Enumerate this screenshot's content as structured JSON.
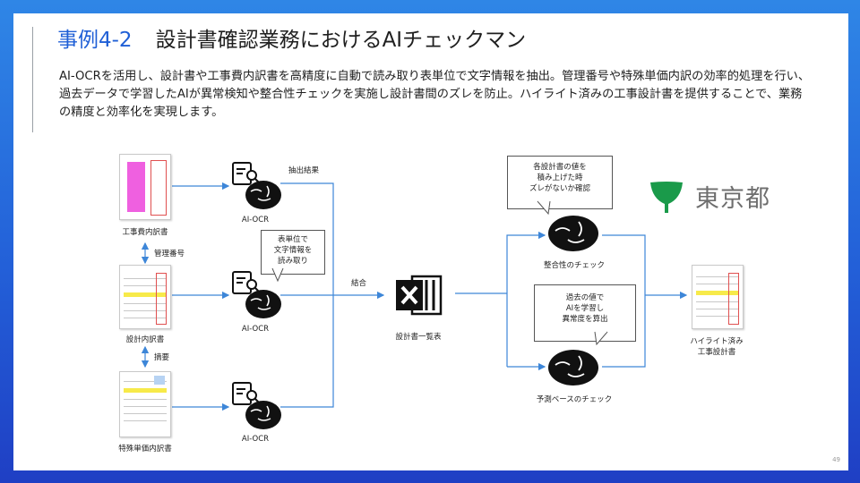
{
  "slide": {
    "title_num": "事例4-2",
    "title": "設計書確認業務におけるAIチェックマン",
    "body": "AI-OCRを活用し、設計書や工事費内訳書を高精度に自動で読み取り表単位で文字情報を抽出。管理番号や特殊単価内訳の効率的処理を行い、過去データで学習したAIが異常検知や整合性チェックを実施し設計書間のズレを防止。ハイライト済みの工事設計書を提供することで、業務の精度と効率化を実現します。",
    "page_number": "49"
  },
  "diagram": {
    "docs": [
      "工事費内訳書",
      "設計内訳書",
      "特殊単価内訳書"
    ],
    "links": [
      "管理番号",
      "摘要"
    ],
    "ocr_label": "AI-OCR",
    "extract_label": "抽出結果",
    "ocr_bubble": "表単位で\n文字情報を\n読み取り",
    "merge_label": "結合",
    "excel_label": "設計書一覧表",
    "consistency_label": "整合性のチェック",
    "consistency_bubble": "各設計書の値を\n積み上げた時\nズレがないか確認",
    "prediction_label": "予測ベースのチェック",
    "prediction_bubble": "過去の値で\nAIを学習し\n異常度を算出",
    "output_label": "ハイライト済み\n工事設計書",
    "org_name": "東京都"
  },
  "colors": {
    "accent": "#1f5fd6",
    "arrow": "#3d86d8",
    "logo_green": "#1a9a4a",
    "highlight": "#e92bd6"
  }
}
